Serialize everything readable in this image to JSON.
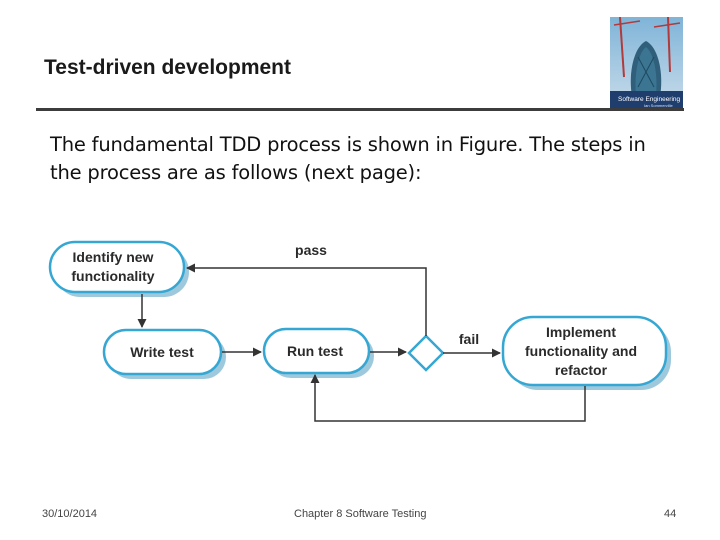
{
  "slide": {
    "title": "Test-driven development",
    "body": "The fundamental TDD process is shown in Figure. The steps in the process are as follows (next page):"
  },
  "cover": {
    "title": "Software Engineering",
    "author": "Ian Sommerville"
  },
  "diagram": {
    "nodes": {
      "identify_line1": "Identify new",
      "identify_line2": "functionality",
      "write_test": "Write test",
      "run_test": "Run test",
      "implement_line1": "Implement",
      "implement_line2": "functionality and",
      "implement_line3": "refactor"
    },
    "edge_labels": {
      "pass": "pass",
      "fail": "fail"
    },
    "colors": {
      "node_border": "#35a7d2",
      "node_shadow": "#9ec9dc",
      "arrow": "#333333"
    }
  },
  "footer": {
    "date": "30/10/2014",
    "chapter": "Chapter 8 Software Testing",
    "page": "44"
  }
}
